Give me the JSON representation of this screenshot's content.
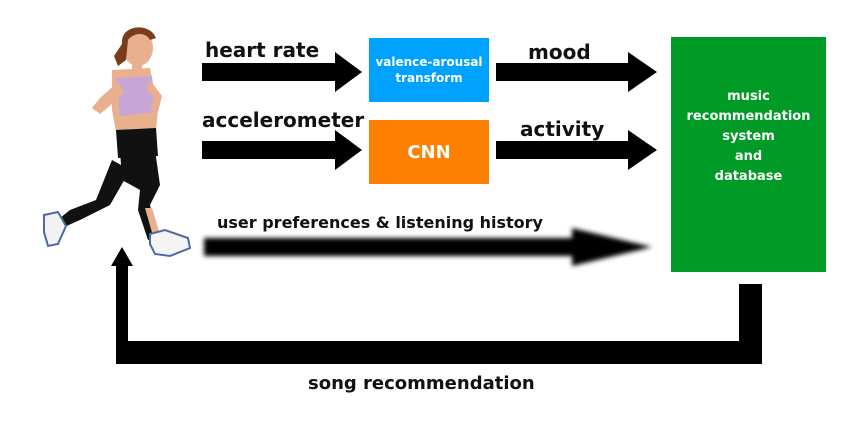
{
  "labels": {
    "heart_rate": "heart rate",
    "accelerometer": "accelerometer",
    "mood": "mood",
    "activity": "activity",
    "user_prefs": "user preferences & listening history",
    "song_recommendation": "song recommendation"
  },
  "boxes": {
    "valence": {
      "line1": "valence-arousal",
      "line2": "transform",
      "color": "#00a2ff"
    },
    "cnn": {
      "text": "CNN",
      "color": "#ff7f00"
    },
    "music_system": {
      "line1": "music",
      "line2": "recommendation",
      "line3": "system",
      "line4": "and",
      "line5": "database",
      "color": "#009b26"
    }
  },
  "colors": {
    "arrow": "#000000",
    "skin": "#e8b08e",
    "top": "#c7a6d6",
    "pants": "#111111",
    "hair": "#7a3d1c",
    "shoe": "#f4f4f4"
  }
}
